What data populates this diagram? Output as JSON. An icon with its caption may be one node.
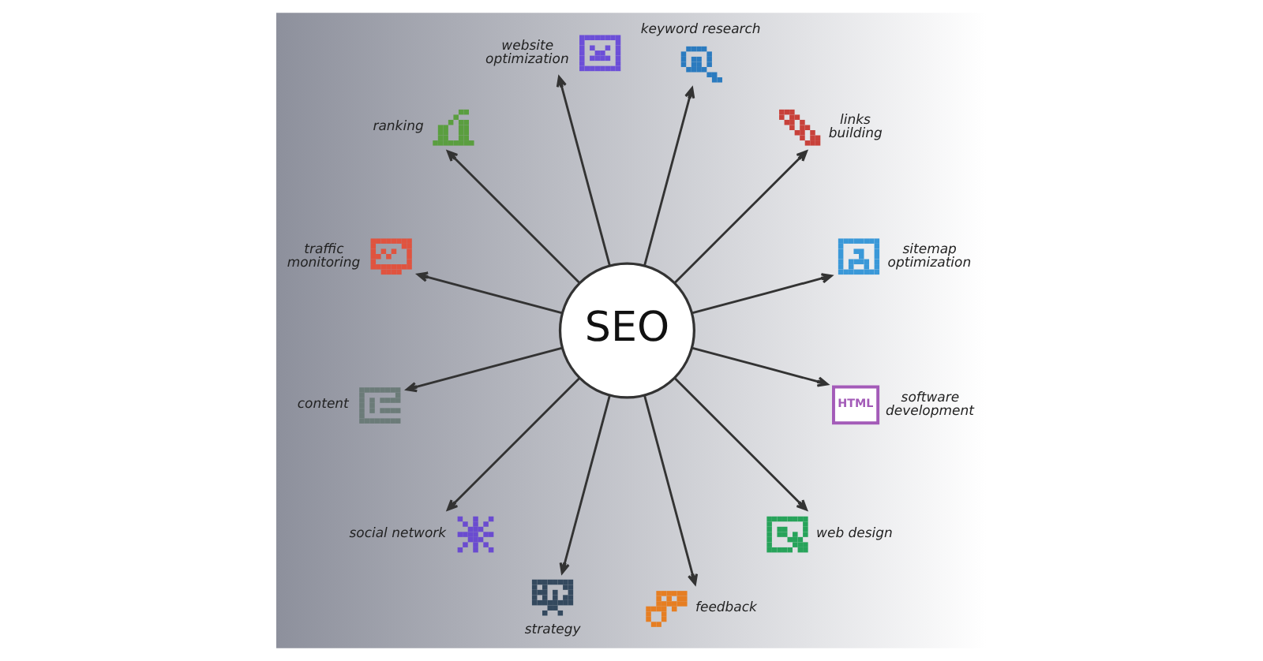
{
  "diagram": {
    "nodes": [
      {
        "text": [
          "SEO"
        ]
      },
      {
        "text": [],
        "shape": "picture",
        "beside": [
          "keyword research"
        ]
      },
      {
        "text": [],
        "shape": "picture",
        "beside": [
          "links building"
        ]
      },
      {
        "text": [],
        "shape": "picture",
        "beside": [
          "sitemap optimization"
        ]
      },
      {
        "text": [
          "HTML"
        ],
        "beside": [
          "software development"
        ]
      },
      {
        "text": [],
        "shape": "picture",
        "beside": [
          "web design"
        ]
      },
      {
        "text": [],
        "shape": "picture",
        "beside": [
          "feedback"
        ]
      },
      {
        "text": [],
        "shape": "picture",
        "beside": [
          "strategy"
        ]
      },
      {
        "text": [],
        "shape": "picture",
        "beside": [
          "social network"
        ]
      },
      {
        "text": [],
        "shape": "picture",
        "beside": [
          "content"
        ]
      },
      {
        "text": [],
        "shape": "picture",
        "beside": [
          "traffic monitoring"
        ]
      },
      {
        "text": [],
        "shape": "picture",
        "beside": [
          "ranking"
        ]
      },
      {
        "text": [],
        "shape": "picture",
        "beside": [
          "website optimization"
        ]
      }
    ],
    "edges": [
      {
        "from": 0,
        "to": 1,
        "arrow": "to"
      },
      {
        "from": 0,
        "to": 2,
        "arrow": "to"
      },
      {
        "from": 0,
        "to": 3,
        "arrow": "to"
      },
      {
        "from": 0,
        "to": 4,
        "arrow": "to"
      },
      {
        "from": 0,
        "to": 5,
        "arrow": "to"
      },
      {
        "from": 0,
        "to": 6,
        "arrow": "to"
      },
      {
        "from": 0,
        "to": 7,
        "arrow": "to"
      },
      {
        "from": 0,
        "to": 8,
        "arrow": "to"
      },
      {
        "from": 0,
        "to": 9,
        "arrow": "to"
      },
      {
        "from": 0,
        "to": 10,
        "arrow": "to"
      },
      {
        "from": 0,
        "to": 11,
        "arrow": "to"
      },
      {
        "from": 0,
        "to": 12,
        "arrow": "to"
      }
    ]
  }
}
